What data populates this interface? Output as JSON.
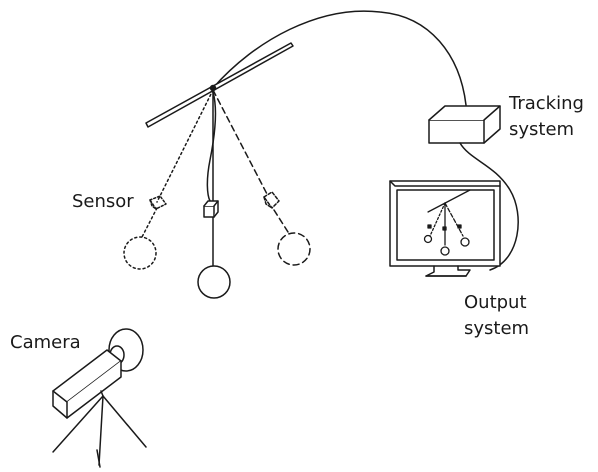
{
  "labels": {
    "tracking": [
      "Tracking",
      "system"
    ],
    "sensor": "Sensor",
    "output": [
      "Output",
      "system"
    ],
    "camera": "Camera"
  },
  "colors": {
    "ink": "#1a1a1a",
    "background": "#ffffff"
  }
}
